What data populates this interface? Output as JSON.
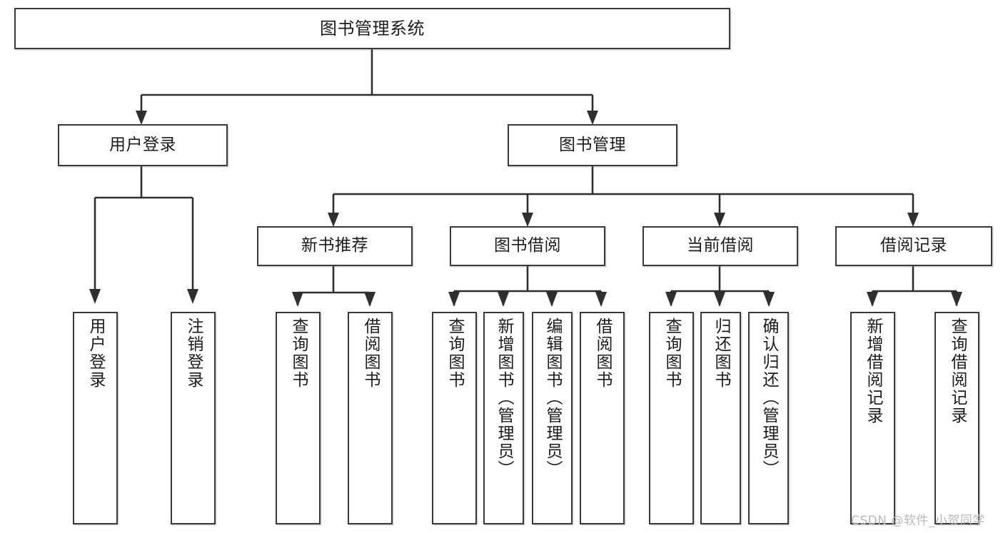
{
  "diagram": {
    "title": "图书管理系统",
    "type": "hierarchy-tree",
    "orientation": "top-down",
    "line_color": "#3a3a3a",
    "box_fill": "#ffffff",
    "background": "#ffffff"
  },
  "nodes": {
    "root": {
      "label": "图书管理系统",
      "level": 1
    },
    "l2": [
      {
        "id": "user-login",
        "label": "用户登录",
        "level": 2
      },
      {
        "id": "book-manage",
        "label": "图书管理",
        "level": 2
      }
    ],
    "l3": [
      {
        "id": "new-book-recommend",
        "label": "新书推荐",
        "level": 3,
        "parent": "book-manage"
      },
      {
        "id": "book-borrow",
        "label": "图书借阅",
        "level": 3,
        "parent": "book-manage"
      },
      {
        "id": "current-borrow",
        "label": "当前借阅",
        "level": 3,
        "parent": "book-manage"
      },
      {
        "id": "borrow-record",
        "label": "借阅记录",
        "level": 3,
        "parent": "book-manage"
      }
    ],
    "leaves": [
      {
        "id": "leaf-user-login",
        "label": "用户登录",
        "parent": "user-login"
      },
      {
        "id": "leaf-logout",
        "label": "注销登录",
        "parent": "user-login"
      },
      {
        "id": "leaf-query-book-1",
        "label": "查询图书",
        "parent": "new-book-recommend"
      },
      {
        "id": "leaf-borrow-book-1",
        "label": "借阅图书",
        "parent": "new-book-recommend"
      },
      {
        "id": "leaf-query-book-2",
        "label": "查询图书",
        "parent": "book-borrow"
      },
      {
        "id": "leaf-add-book",
        "label": "新增图书（管理员）",
        "parent": "book-borrow"
      },
      {
        "id": "leaf-edit-book",
        "label": "编辑图书（管理员）",
        "parent": "book-borrow"
      },
      {
        "id": "leaf-borrow-book-2",
        "label": "借阅图书",
        "parent": "book-borrow"
      },
      {
        "id": "leaf-query-book-3",
        "label": "查询图书",
        "parent": "current-borrow"
      },
      {
        "id": "leaf-return-book",
        "label": "归还图书",
        "parent": "current-borrow"
      },
      {
        "id": "leaf-confirm-return",
        "label": "确认归还（管理员）",
        "parent": "current-borrow"
      },
      {
        "id": "leaf-add-record",
        "label": "新增借阅记录",
        "parent": "borrow-record"
      },
      {
        "id": "leaf-query-record",
        "label": "查询借阅记录",
        "parent": "borrow-record"
      }
    ]
  },
  "watermark": {
    "text": "CSDN @软件_小贺同学"
  }
}
